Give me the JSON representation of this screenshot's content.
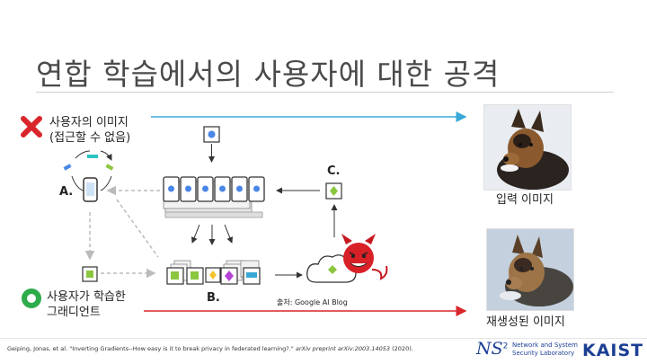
{
  "slide": {
    "title": "연합 학습에서의 사용자에 대한 공격",
    "no_access_label_line1": "사용자의 이미지",
    "no_access_label_line2": "(접근할 수 없음)",
    "gradient_label_line1": "사용자가 학습한",
    "gradient_label_line2": "그래디언트",
    "input_image_label": "입력 이미지",
    "reconstructed_image_label": "재생성된 이미지",
    "source_note": "출처: Google AI Blog",
    "step_a": "A.",
    "step_b": "B.",
    "step_c": "C."
  },
  "footer": {
    "citation_plain": "Geiping, Jonas, et al. \"Inverting Gradients--How easy is it to break privacy in federated learning?.\" ",
    "citation_journal": "arXiv preprint arXiv:2003.14053",
    "citation_year": " (2020).",
    "lab_ns": "NS",
    "lab_sup": "2",
    "lab_line1": "Network and System",
    "lab_line2": "Security Laboratory",
    "university": "KAIST"
  },
  "colors": {
    "blue_arrow": "#3aa9d8",
    "red_arrow": "#d9262b",
    "x_mark": "#d9262b",
    "o_mark": "#2eab4a",
    "accent_green": "#8bc63f",
    "accent_blue": "#4a86e8",
    "kaist_blue": "#1c3f94"
  },
  "icons": [
    "x-mark-icon",
    "o-mark-icon",
    "phone-icon",
    "devil-icon",
    "cloud-icon",
    "dog-photo"
  ]
}
